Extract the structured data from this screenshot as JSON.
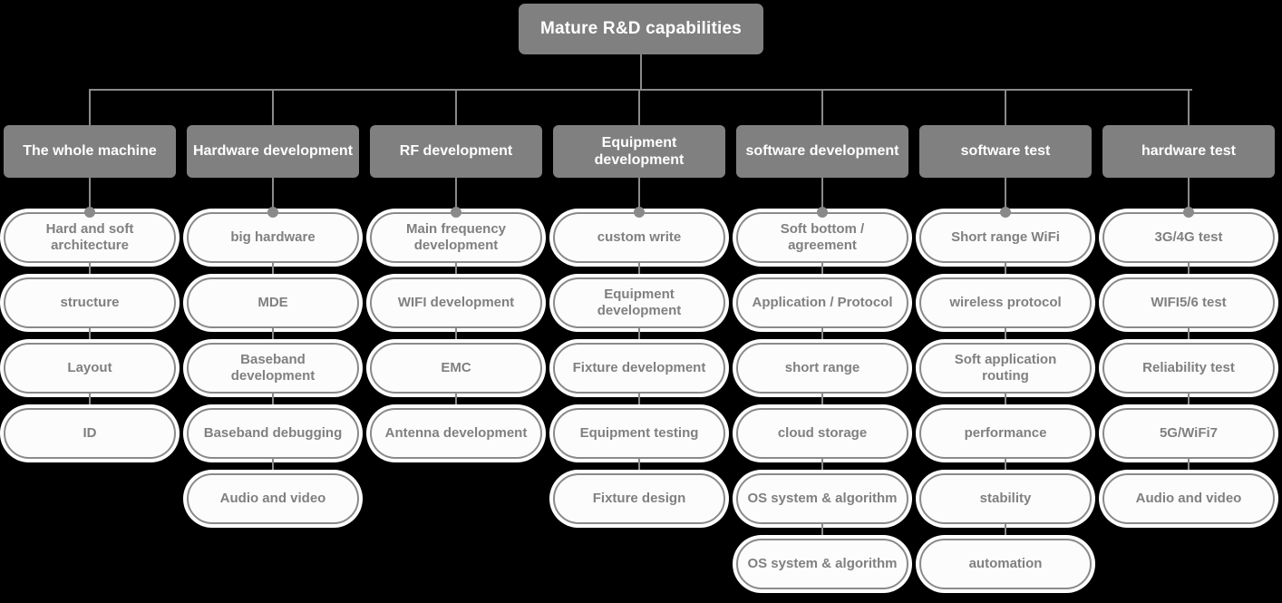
{
  "diagram": {
    "root": {
      "label": "Mature R&D capabilities"
    },
    "colors": {
      "background": "#000000",
      "node_fill": "#808080",
      "node_text": "#ffffff",
      "card_fill": "#fcfcfc",
      "card_border": "#8a8a8a",
      "card_text": "#808080",
      "connector": "#8a8a8a"
    },
    "columns": [
      {
        "header": "The whole machine",
        "items": [
          "Hard and soft architecture",
          "structure",
          "Layout",
          "ID"
        ]
      },
      {
        "header": "Hardware development",
        "items": [
          "big hardware",
          "MDE",
          "Baseband development",
          "Baseband debugging",
          "Audio and video"
        ]
      },
      {
        "header": "RF development",
        "items": [
          "Main frequency development",
          "WIFI development",
          "EMC",
          "Antenna development"
        ]
      },
      {
        "header": "Equipment development",
        "items": [
          "custom write",
          "Equipment development",
          "Fixture development",
          "Equipment testing",
          "Fixture design"
        ]
      },
      {
        "header": "software development",
        "items": [
          "Soft bottom / agreement",
          "Application / Protocol",
          "short range",
          "cloud storage",
          "OS system & algorithm",
          "OS system & algorithm"
        ]
      },
      {
        "header": "software test",
        "items": [
          "Short range WiFi",
          "wireless protocol",
          "Soft application routing",
          "performance",
          "stability",
          "automation"
        ]
      },
      {
        "header": "hardware test",
        "items": [
          "3G/4G test",
          "WIFI5/6 test",
          "Reliability test",
          "5G/WiFi7",
          "Audio and video"
        ]
      }
    ]
  }
}
